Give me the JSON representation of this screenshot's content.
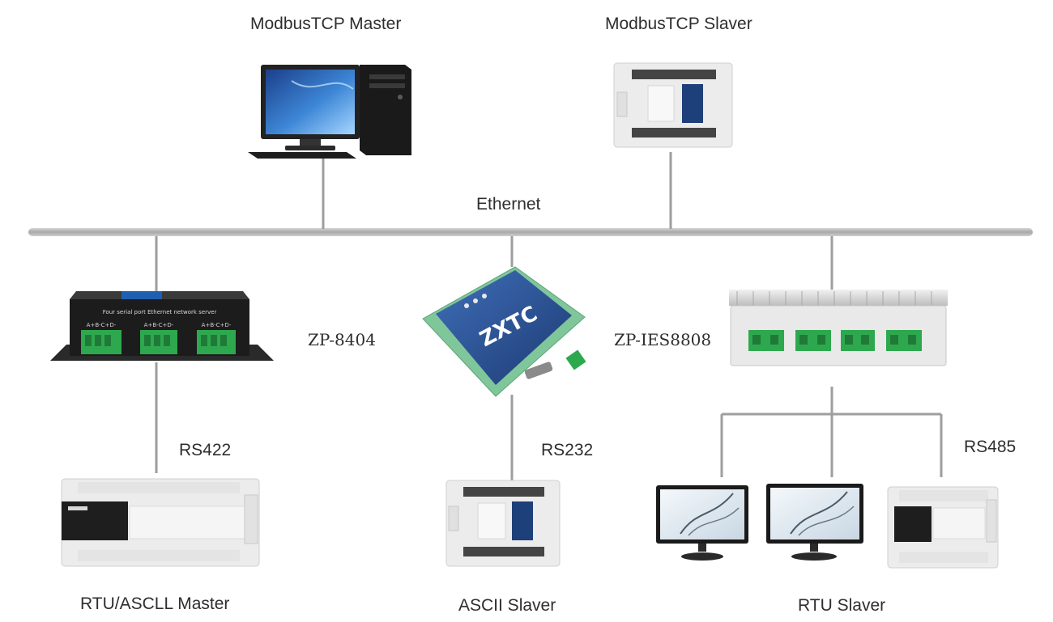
{
  "network": {
    "bus_label": "Ethernet"
  },
  "top": {
    "master_label": "ModbusTCP Master",
    "slaver_label": "ModbusTCP Slaver"
  },
  "gateways": {
    "left_model": "ZP-8404",
    "left_device_text": "Four serial port Ethernet network server",
    "left_terminal_marks": "A+B-C+D-",
    "center_model": "ZP-IES8808",
    "center_brand": "ZXTC",
    "right_model": ""
  },
  "links": {
    "left_protocol": "RS422",
    "center_protocol": "RS232",
    "right_protocol": "RS485"
  },
  "bottom": {
    "left_label": "RTU/ASCLL Master",
    "center_label": "ASCII Slaver",
    "right_label": "RTU Slaver"
  },
  "colors": {
    "bus": "#b9b9b9",
    "line": "#9a9a9a",
    "terminal_green": "#2ea84e",
    "zxtc_blue": "#2a4e8e",
    "zxtc_frame": "#6fc08e",
    "plc_body": "#eeeeee"
  }
}
